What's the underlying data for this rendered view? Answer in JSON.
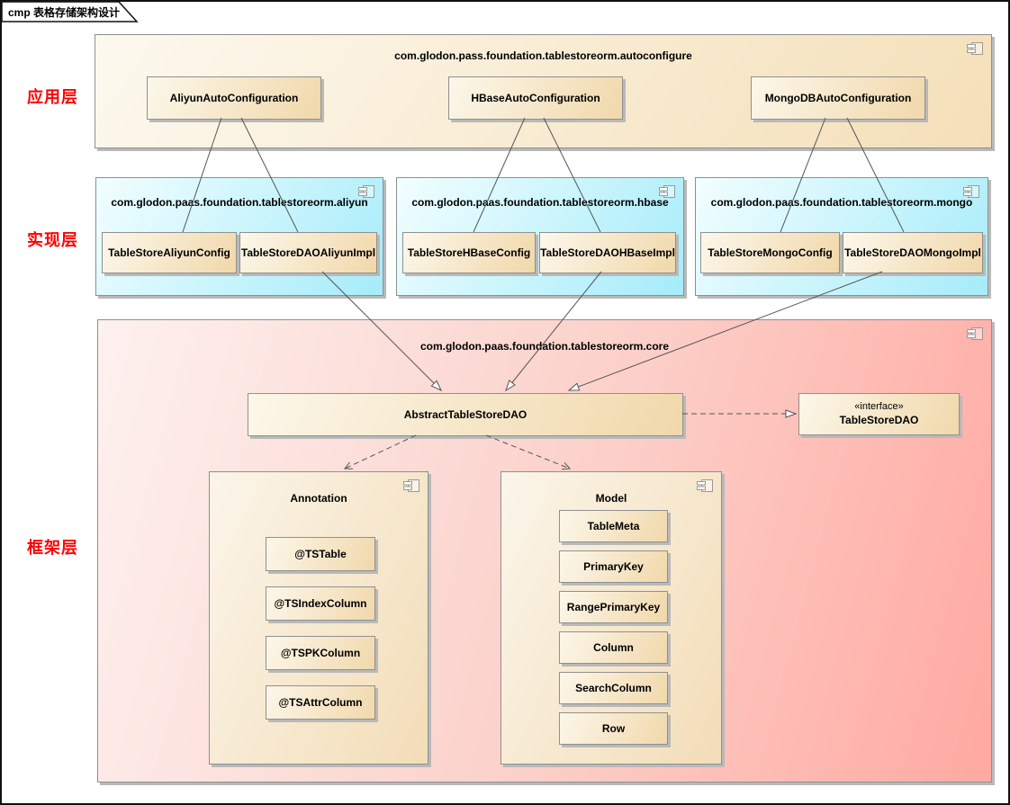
{
  "diagram": {
    "tab_label": "cmp 表格存储架构设计",
    "layer_labels": {
      "app": "应用层",
      "impl": "实现层",
      "framework": "框架层"
    }
  },
  "autoconfigure": {
    "package_name": "com.glodon.pass.foundation.tablestoreorm.autoconfigure",
    "aliyun": "AliyunAutoConfiguration",
    "hbase": "HBaseAutoConfiguration",
    "mongo": "MongoDBAutoConfiguration"
  },
  "aliyun_pkg": {
    "package_name": "com.glodon.paas.foundation.tablestoreorm.aliyun",
    "config": "TableStoreAliyunConfig",
    "impl": "TableStoreDAOAliyunImpl"
  },
  "hbase_pkg": {
    "package_name": "com.glodon.paas.foundation.tablestoreorm.hbase",
    "config": "TableStoreHBaseConfig",
    "impl": "TableStoreDAOHBaseImpl"
  },
  "mongo_pkg": {
    "package_name": "com.glodon.paas.foundation.tablestoreorm.mongo",
    "config": "TableStoreMongoConfig",
    "impl": "TableStoreDAOMongoImpl"
  },
  "core_pkg": {
    "package_name": "com.glodon.paas.foundation.tablestoreorm.core",
    "abstract_dao": "AbstractTableStoreDAO",
    "interface": {
      "stereotype": "«interface»",
      "name": "TableStoreDAO"
    },
    "annotation": {
      "title": "Annotation",
      "items": [
        "@TSTable",
        "@TSIndexColumn",
        "@TSPKColumn",
        "@TSAttrColumn"
      ]
    },
    "model": {
      "title": "Model",
      "items": [
        "TableMeta",
        "PrimaryKey",
        "RangePrimaryKey",
        "Column",
        "SearchColumn",
        "Row"
      ]
    }
  },
  "colors": {
    "layer_label": "#ff0000",
    "tan_light": "#fdf9ef",
    "tan_dark": "#f2d9ac",
    "cyan_light": "#f2feff",
    "cyan_dark": "#a5ecfa",
    "pink_light": "#fdf1ef",
    "pink_dark": "#ffa9a1",
    "connector": "#555555"
  }
}
